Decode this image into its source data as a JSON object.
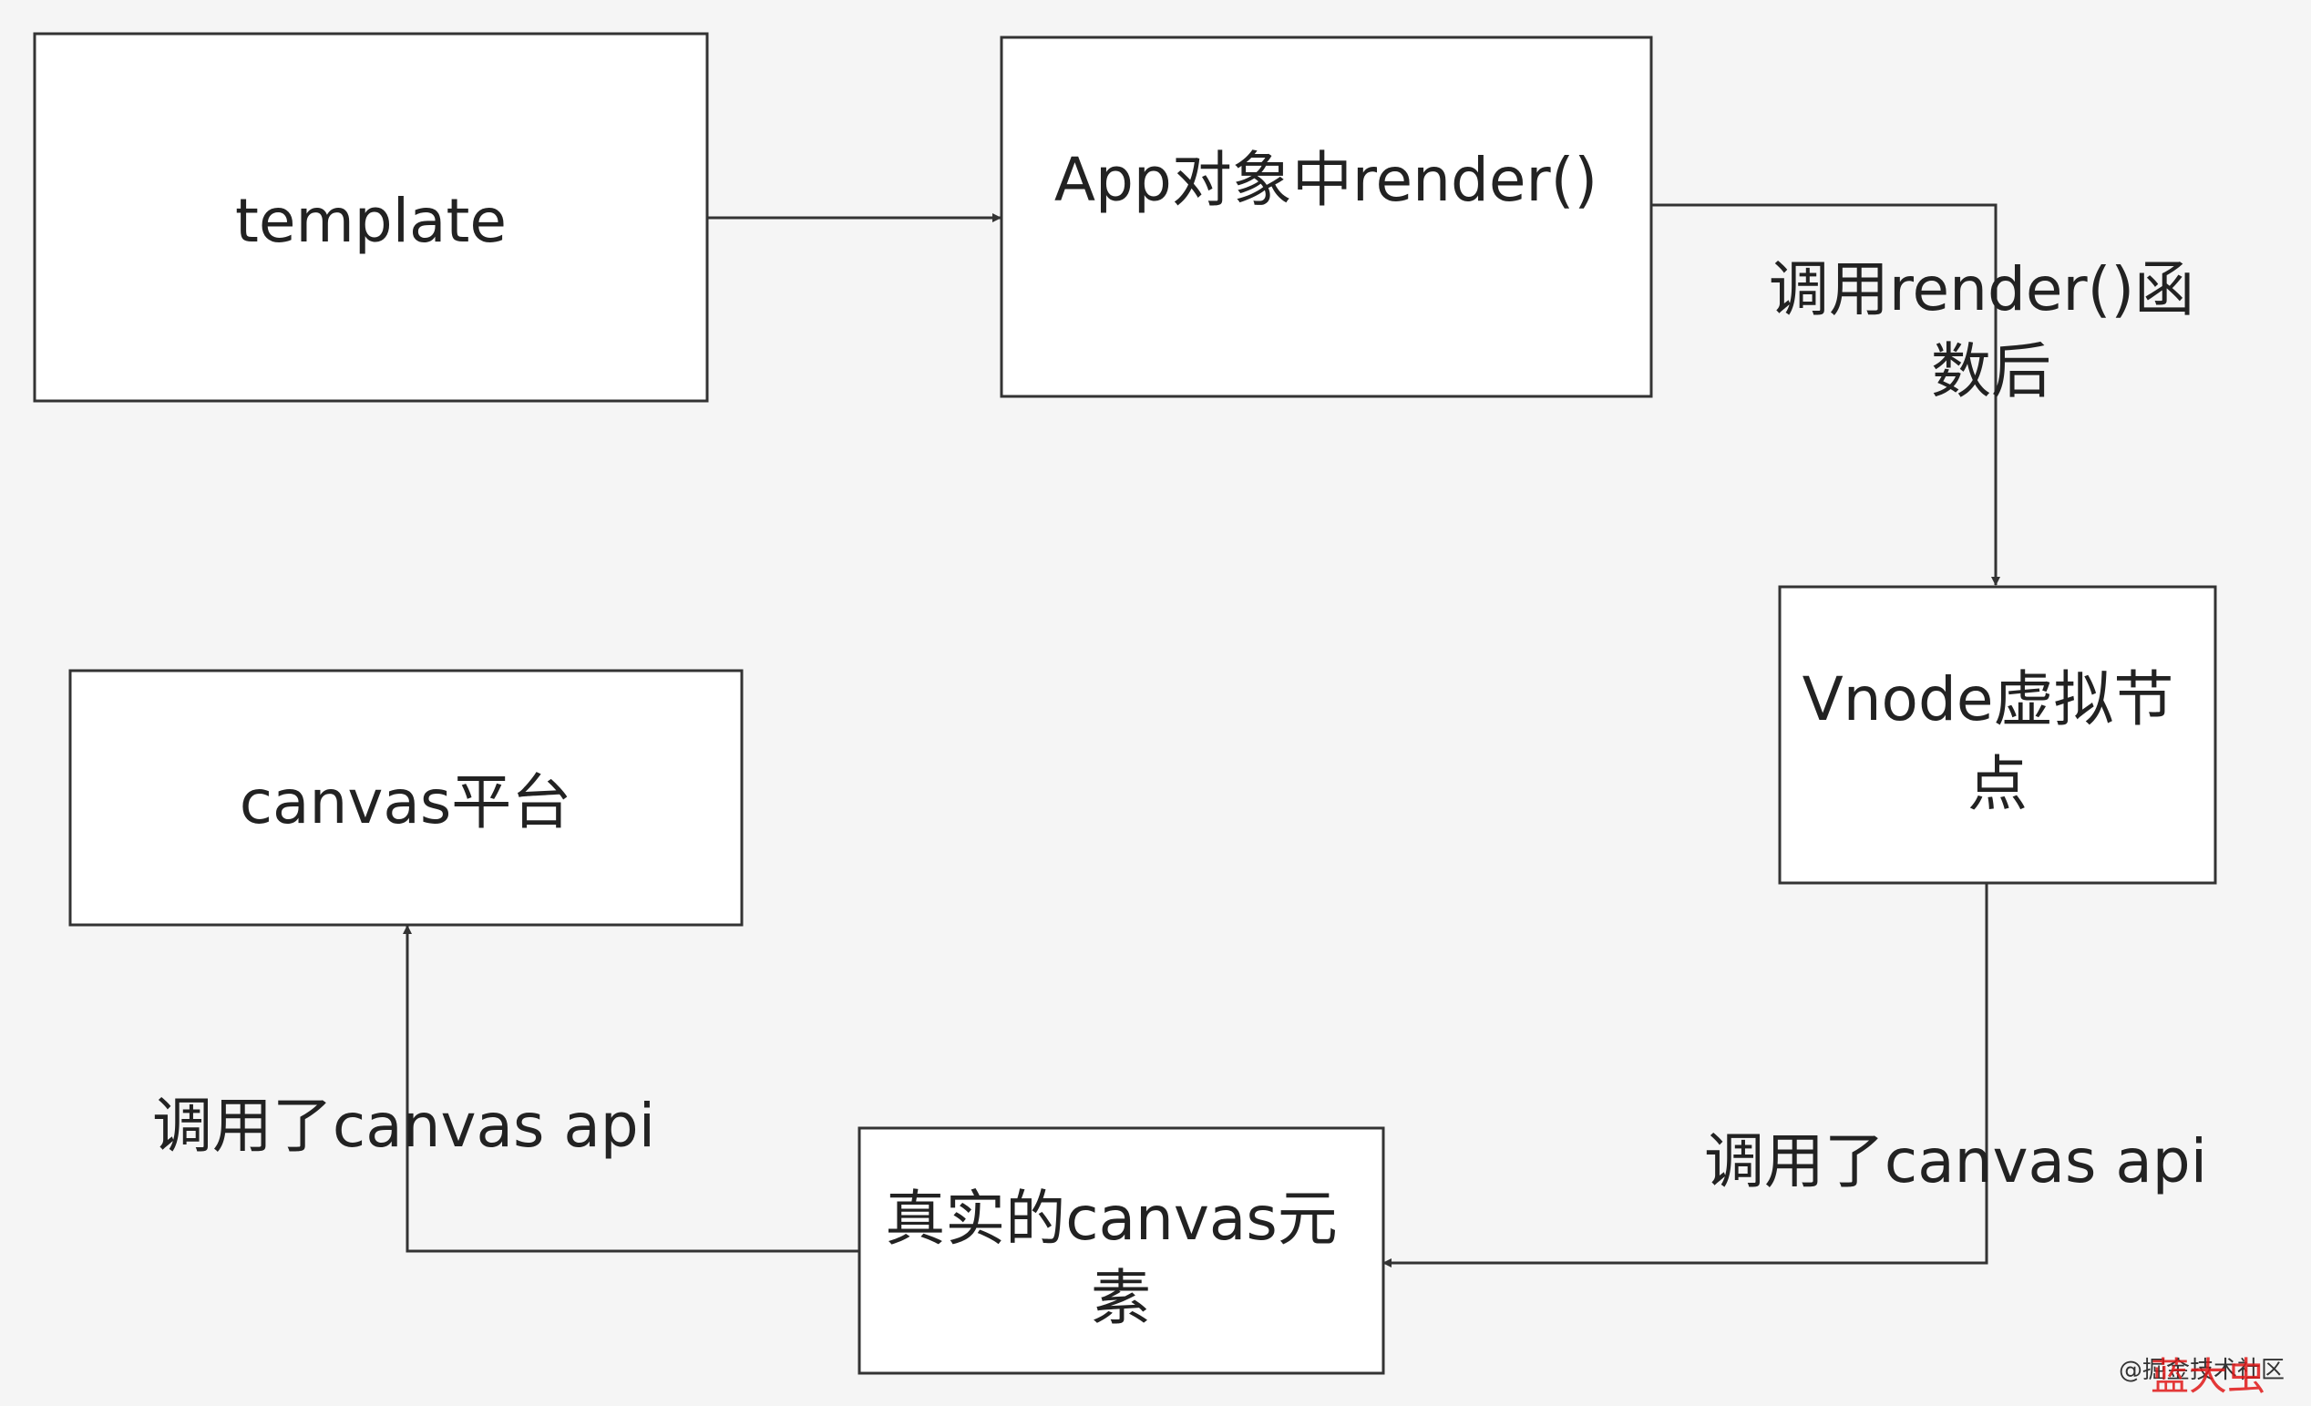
{
  "nodes": [
    {
      "id": "template",
      "lines": [
        "template"
      ]
    },
    {
      "id": "app-render",
      "lines": [
        "App对象中render()"
      ]
    },
    {
      "id": "vnode",
      "lines": [
        "Vnode虚拟节",
        "点"
      ]
    },
    {
      "id": "canvas-element",
      "lines": [
        "真实的canvas元",
        "素"
      ]
    },
    {
      "id": "canvas-platform",
      "lines": [
        "canvas平台"
      ]
    }
  ],
  "edges": [
    {
      "from": "template",
      "to": "app-render",
      "label_lines": []
    },
    {
      "from": "app-render",
      "to": "vnode",
      "label_lines": [
        "调用render()函",
        "数后"
      ]
    },
    {
      "from": "vnode",
      "to": "canvas-element",
      "label_lines": [
        "调用了canvas api"
      ]
    },
    {
      "from": "canvas-element",
      "to": "canvas-platform",
      "label_lines": [
        "调用了canvas api"
      ]
    }
  ],
  "watermark": {
    "text": "@掘金技术社区",
    "stamp": "蓝大虫"
  }
}
